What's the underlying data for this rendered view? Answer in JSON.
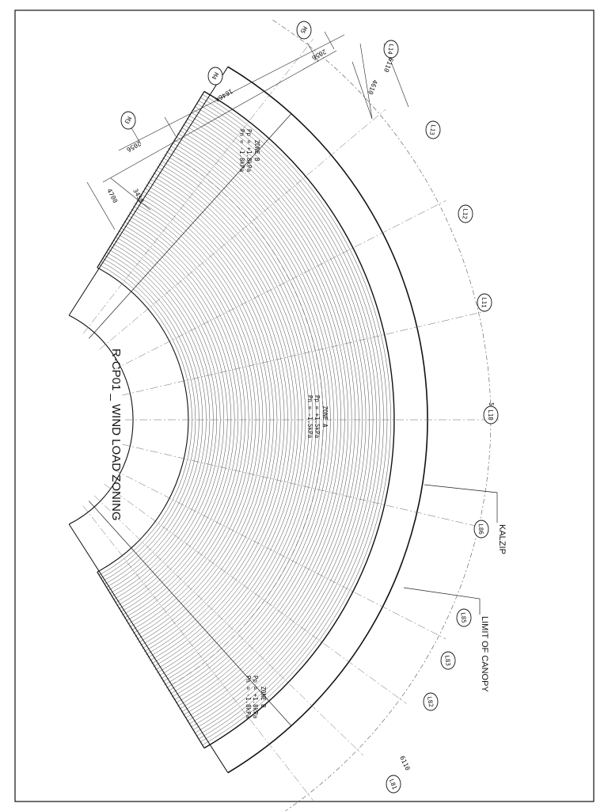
{
  "title": "R-CP01 _ WIND LOAD ZONING",
  "zones": {
    "zone_a": {
      "name": "ZONE A",
      "line1": "Pp = +1.5kPa",
      "line2": "Pn = -1.5kPa"
    },
    "zone_b_top": {
      "name": "ZONE B",
      "line1": "Pp = +1.8kPa",
      "line2": "Pn = -1.8kPa"
    },
    "zone_b_bottom": {
      "name": "ZONE B",
      "line1": "Pp = +1.8kPa",
      "line2": "Pn = -1.8kPa"
    }
  },
  "callouts": {
    "kalzip": "KALZIP",
    "limit": "LIMIT OF CANOPY"
  },
  "dimensions": {
    "d2056_top": "2056",
    "d16464": "16464",
    "d2056_bottom": "2056",
    "d6110_top": "6110",
    "d4610": "4610",
    "d3458": "3458",
    "d4700": "4700",
    "d6110_bottom": "6110",
    "d5324": "5324"
  },
  "gridlines": {
    "m3": "M3",
    "m4": "M4",
    "m5": "M5",
    "l14": "L14",
    "l13": "L13",
    "l12": "L12",
    "l11": "L11",
    "l10": "L10",
    "l86": "L86",
    "l85": "L85",
    "l83": "L83",
    "l82": "L82",
    "l81": "L81"
  }
}
